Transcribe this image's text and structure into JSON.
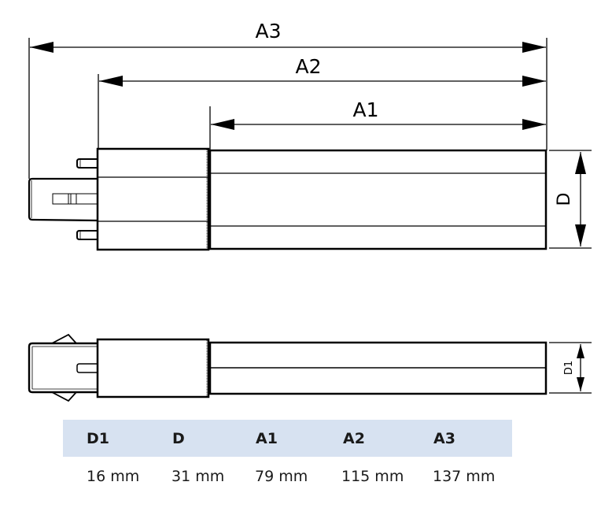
{
  "drawing": {
    "top_view": {
      "labels": {
        "a3": "A3",
        "a2": "A2",
        "a1": "A1",
        "d": "D"
      }
    },
    "side_view": {
      "labels": {
        "d1": "D1"
      }
    }
  },
  "table": {
    "header_bg": "#d7e2f1",
    "headers": [
      "D1",
      "D",
      "A1",
      "A2",
      "A3"
    ],
    "values": [
      "16 mm",
      "31 mm",
      "79 mm",
      "115 mm",
      "137 mm"
    ]
  }
}
